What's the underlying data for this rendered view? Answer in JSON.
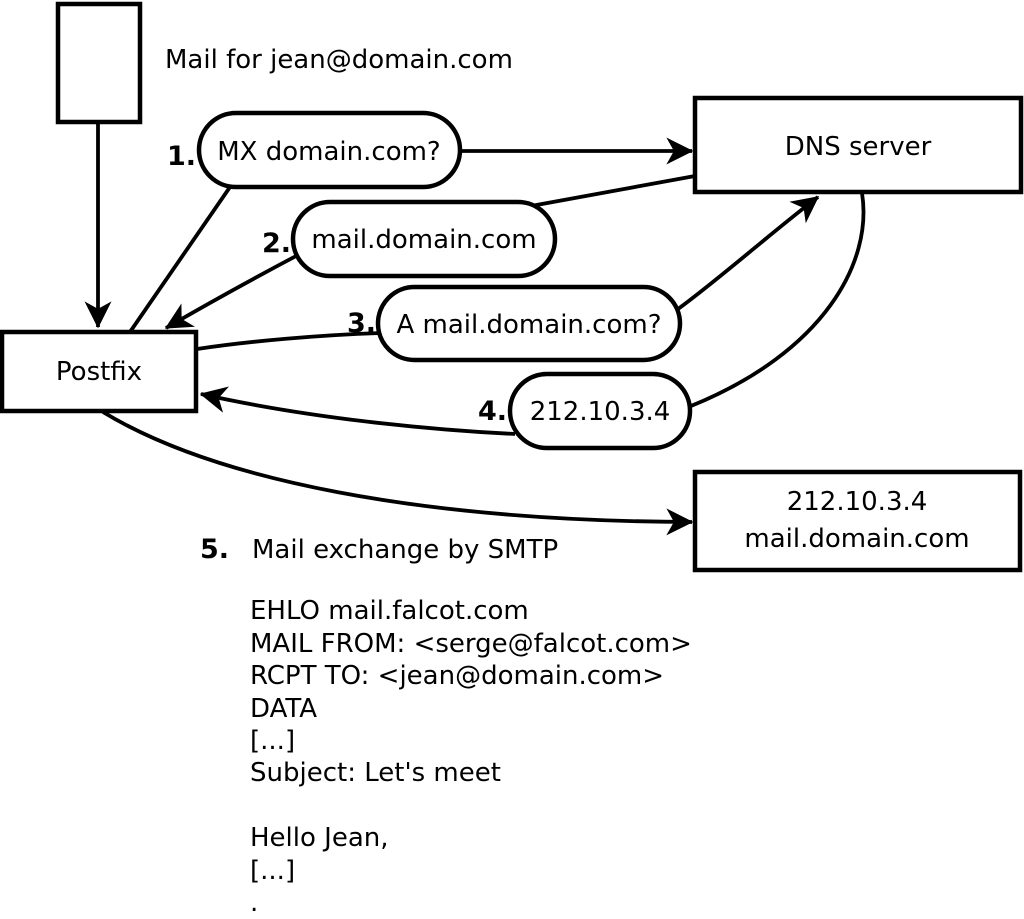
{
  "title": "Mail for jean@domain.com",
  "nodes": {
    "postfix": "Postfix",
    "dns": "DNS server",
    "mail_server_ip": "212.10.3.4",
    "mail_server_host": "mail.domain.com"
  },
  "steps": [
    {
      "num": "1.",
      "label": "MX domain.com?"
    },
    {
      "num": "2.",
      "label": "mail.domain.com"
    },
    {
      "num": "3.",
      "label": "A mail.domain.com?"
    },
    {
      "num": "4.",
      "label": "212.10.3.4"
    },
    {
      "num": "5.",
      "label": "Mail exchange by SMTP"
    }
  ],
  "smtp": {
    "lines": [
      "EHLO mail.falcot.com",
      "MAIL FROM: <serge@falcot.com>",
      "RCPT TO: <jean@domain.com>",
      "DATA",
      "[...]",
      "Subject: Let's meet",
      "",
      "Hello Jean,",
      "[...]",
      "."
    ]
  },
  "colors": {
    "stroke": "#000000",
    "background": "#ffffff",
    "text": "#000000"
  }
}
